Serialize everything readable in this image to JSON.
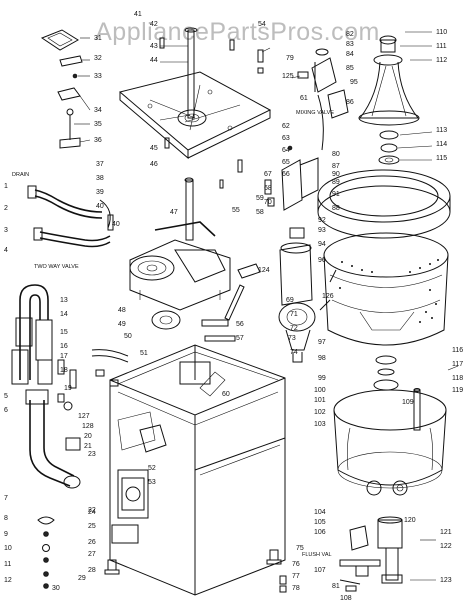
{
  "watermark": "AppliancePartsPros.com",
  "labels": {
    "drain": "DRAIN",
    "two_way_valve": "TWO WAY VALVE",
    "mixing_valve": "MIXING VALVE",
    "flush_valve": "FLUSH VAL"
  },
  "callouts": [
    {
      "id": "c31",
      "t": "31"
    },
    {
      "id": "c32",
      "t": "32"
    },
    {
      "id": "c33",
      "t": "33"
    },
    {
      "id": "c34",
      "t": "34"
    },
    {
      "id": "c35",
      "t": "35"
    },
    {
      "id": "c36",
      "t": "36"
    },
    {
      "id": "c37",
      "t": "37"
    },
    {
      "id": "c38",
      "t": "38"
    },
    {
      "id": "c39",
      "t": "39"
    },
    {
      "id": "c40a",
      "t": "40"
    },
    {
      "id": "c40b",
      "t": "40"
    },
    {
      "id": "c41",
      "t": "41"
    },
    {
      "id": "c42",
      "t": "42"
    },
    {
      "id": "c43",
      "t": "43"
    },
    {
      "id": "c44",
      "t": "44"
    },
    {
      "id": "c45",
      "t": "45"
    },
    {
      "id": "c46",
      "t": "46"
    },
    {
      "id": "c47",
      "t": "47"
    },
    {
      "id": "c48",
      "t": "48"
    },
    {
      "id": "c49",
      "t": "49"
    },
    {
      "id": "c50",
      "t": "50"
    },
    {
      "id": "c51",
      "t": "51"
    },
    {
      "id": "c52",
      "t": "52"
    },
    {
      "id": "c53",
      "t": "53"
    },
    {
      "id": "c54",
      "t": "54"
    },
    {
      "id": "c55",
      "t": "55"
    },
    {
      "id": "c56",
      "t": "56"
    },
    {
      "id": "c57",
      "t": "57"
    },
    {
      "id": "c58",
      "t": "58"
    },
    {
      "id": "c59",
      "t": "59"
    },
    {
      "id": "c60",
      "t": "60"
    },
    {
      "id": "c61",
      "t": "61"
    },
    {
      "id": "c62",
      "t": "62"
    },
    {
      "id": "c63",
      "t": "63"
    },
    {
      "id": "c64",
      "t": "64"
    },
    {
      "id": "c65",
      "t": "65"
    },
    {
      "id": "c66",
      "t": "66"
    },
    {
      "id": "c67",
      "t": "67"
    },
    {
      "id": "c68",
      "t": "68"
    },
    {
      "id": "c69",
      "t": "69"
    },
    {
      "id": "c70",
      "t": "70"
    },
    {
      "id": "c71",
      "t": "71"
    },
    {
      "id": "c72",
      "t": "72"
    },
    {
      "id": "c73",
      "t": "73"
    },
    {
      "id": "c74",
      "t": "74"
    },
    {
      "id": "c75",
      "t": "75"
    },
    {
      "id": "c76",
      "t": "76"
    },
    {
      "id": "c77",
      "t": "77"
    },
    {
      "id": "c78",
      "t": "78"
    },
    {
      "id": "c79",
      "t": "79"
    },
    {
      "id": "c80",
      "t": "80"
    },
    {
      "id": "c81",
      "t": "81"
    },
    {
      "id": "c82",
      "t": "82"
    },
    {
      "id": "c83",
      "t": "83"
    },
    {
      "id": "c84",
      "t": "84"
    },
    {
      "id": "c85",
      "t": "85"
    },
    {
      "id": "c86",
      "t": "86"
    },
    {
      "id": "c87",
      "t": "87"
    },
    {
      "id": "c88",
      "t": "88"
    },
    {
      "id": "c89",
      "t": "89"
    },
    {
      "id": "c90",
      "t": "90"
    },
    {
      "id": "c91",
      "t": "91"
    },
    {
      "id": "c92",
      "t": "92"
    },
    {
      "id": "c93",
      "t": "93"
    },
    {
      "id": "c94",
      "t": "94"
    },
    {
      "id": "c95",
      "t": "95"
    },
    {
      "id": "c96",
      "t": "96"
    },
    {
      "id": "c97",
      "t": "97"
    },
    {
      "id": "c98",
      "t": "98"
    },
    {
      "id": "c99",
      "t": "99"
    },
    {
      "id": "c100",
      "t": "100"
    },
    {
      "id": "c101",
      "t": "101"
    },
    {
      "id": "c102",
      "t": "102"
    },
    {
      "id": "c103",
      "t": "103"
    },
    {
      "id": "c104",
      "t": "104"
    },
    {
      "id": "c105",
      "t": "105"
    },
    {
      "id": "c106",
      "t": "106"
    },
    {
      "id": "c107",
      "t": "107"
    },
    {
      "id": "c108",
      "t": "108"
    },
    {
      "id": "c109",
      "t": "109"
    },
    {
      "id": "c110",
      "t": "110"
    },
    {
      "id": "c111",
      "t": "111"
    },
    {
      "id": "c112",
      "t": "112"
    },
    {
      "id": "c113",
      "t": "113"
    },
    {
      "id": "c114",
      "t": "114"
    },
    {
      "id": "c115",
      "t": "115"
    },
    {
      "id": "c116",
      "t": "116"
    },
    {
      "id": "c117",
      "t": "117"
    },
    {
      "id": "c118",
      "t": "118"
    },
    {
      "id": "c119",
      "t": "119"
    },
    {
      "id": "c120",
      "t": "120"
    },
    {
      "id": "c121",
      "t": "121"
    },
    {
      "id": "c122",
      "t": "122"
    },
    {
      "id": "c123",
      "t": "123"
    },
    {
      "id": "c124",
      "t": "124"
    },
    {
      "id": "c125",
      "t": "125"
    },
    {
      "id": "c126",
      "t": "126"
    },
    {
      "id": "c127",
      "t": "127"
    },
    {
      "id": "c128",
      "t": "128"
    },
    {
      "id": "c1",
      "t": "1"
    },
    {
      "id": "c2",
      "t": "2"
    },
    {
      "id": "c3",
      "t": "3"
    },
    {
      "id": "c4",
      "t": "4"
    },
    {
      "id": "c5",
      "t": "5"
    },
    {
      "id": "c6",
      "t": "6"
    },
    {
      "id": "c7",
      "t": "7"
    },
    {
      "id": "c8",
      "t": "8"
    },
    {
      "id": "c9",
      "t": "9"
    },
    {
      "id": "c10",
      "t": "10"
    },
    {
      "id": "c11",
      "t": "11"
    },
    {
      "id": "c12",
      "t": "12"
    },
    {
      "id": "c13",
      "t": "13"
    },
    {
      "id": "c14",
      "t": "14"
    },
    {
      "id": "c15",
      "t": "15"
    },
    {
      "id": "c16",
      "t": "16"
    },
    {
      "id": "c17",
      "t": "17"
    },
    {
      "id": "c18",
      "t": "18"
    },
    {
      "id": "c19",
      "t": "19"
    },
    {
      "id": "c20",
      "t": "20"
    },
    {
      "id": "c21",
      "t": "21"
    },
    {
      "id": "c22",
      "t": "22"
    },
    {
      "id": "c23",
      "t": "23"
    },
    {
      "id": "c24",
      "t": "24"
    },
    {
      "id": "c25",
      "t": "25"
    },
    {
      "id": "c26",
      "t": "26"
    },
    {
      "id": "c27",
      "t": "27"
    },
    {
      "id": "c28",
      "t": "28"
    },
    {
      "id": "c29",
      "t": "29"
    },
    {
      "id": "c30",
      "t": "30"
    }
  ]
}
